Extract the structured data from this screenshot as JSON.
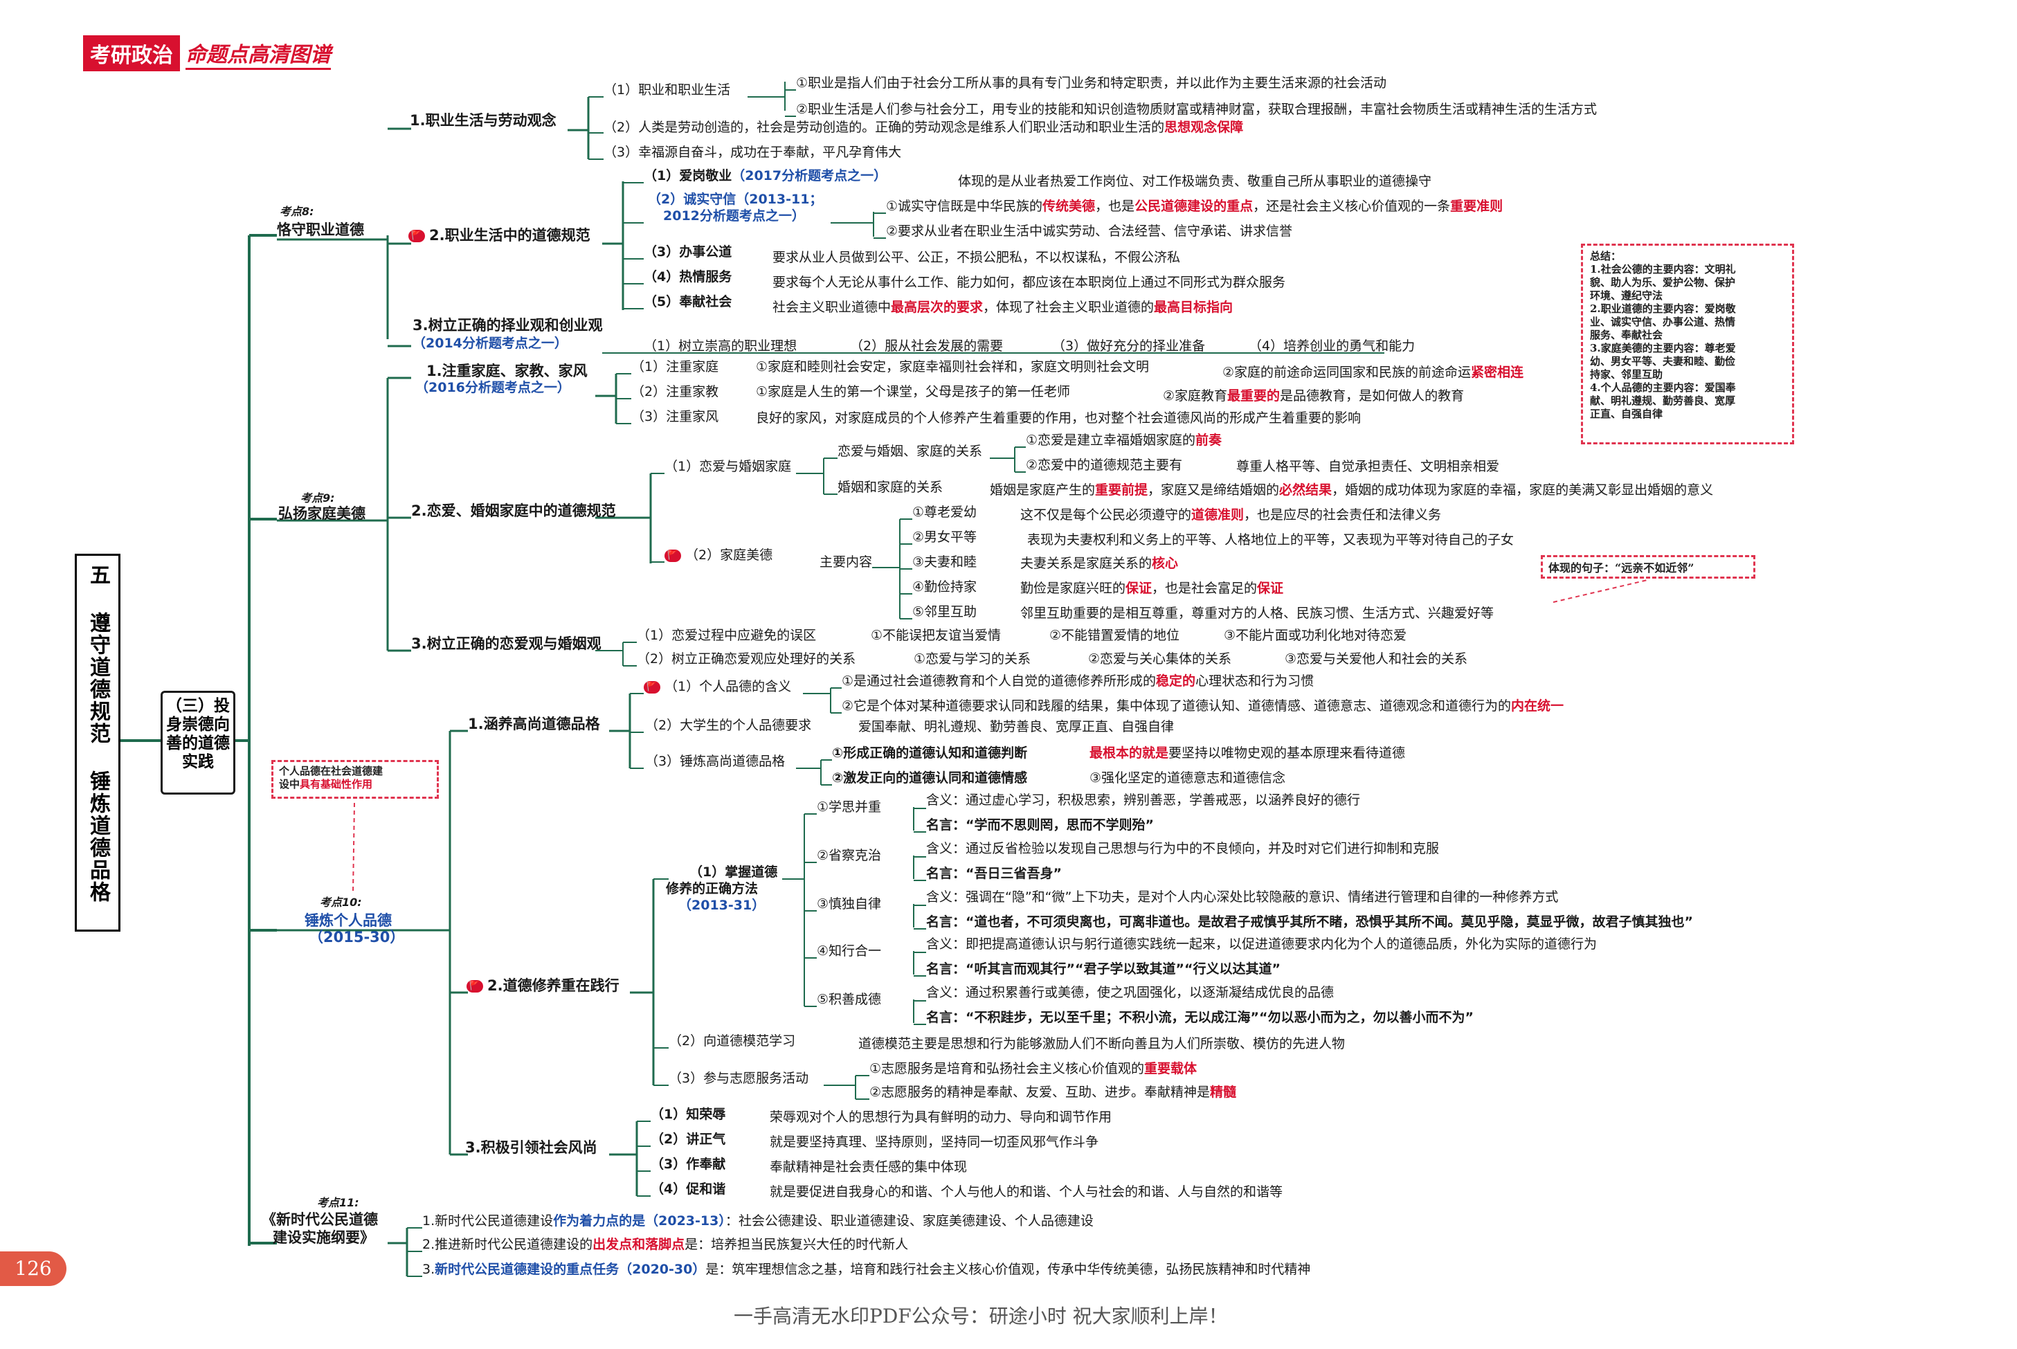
{
  "brand": {
    "red": "考研政治",
    "sub": "命题点高清图谱"
  },
  "chapter_title": "五 遵守道德规范 锤炼道德品格",
  "section_title": "（三）投身崇德向善的道德实践",
  "page_number": "126",
  "watermark": "一手高清无水印PDF公众号：研途小时 祝大家顺利上岸！",
  "summary_box": {
    "lines": [
      "总结：",
      "1.社会公德的主要内容：文明礼",
      "貌、助人为乐、爱护公物、保护",
      "环境、遵纪守法",
      "2.职业道德的主要内容：爱岗敬",
      "业、诚实守信、办事公道、热情",
      "服务、奉献社会",
      "3.家庭美德的主要内容：尊老爱",
      "幼、男女平等、夫妻和睦、勤俭",
      "持家、邻里互助",
      "4.个人品德的主要内容：爱国奉",
      "献、明礼遵规、勤劳善良、宽厚",
      "正直、自强自律"
    ]
  },
  "note_ties": "体现的句子：“远亲不如近邻”",
  "note_personal": {
    "line1": "个人品德在社会道德建",
    "line2_pre": "设中",
    "line2_em": "具有基础性作用"
  },
  "colors": {
    "line": "#1f6b4e",
    "accent": "#d8102f",
    "blue": "#1f4fa8"
  },
  "k8": {
    "label": "考点8:",
    "title": "恪守职业道德",
    "s1": {
      "title": "1.职业生活与劳动观念",
      "i1": "（1）职业和职业生活",
      "i1a": "①职业是指人们由于社会分工所从事的具有专门业务和特定职责，并以此作为主要生活来源的社会活动",
      "i1b": "②职业生活是人们参与社会分工，用专业的技能和知识创造物质财富或精神财富，获取合理报酬，丰富社会物质生活或精神生活的生活方式",
      "i2_pre": "（2）人类是劳动创造的，社会是劳动创造的。正确的劳动观念是维系人们职业活动和职业生活的",
      "i2_em": "思想观念保障",
      "i3": "（3）幸福源自奋斗，成功在于奉献，平凡孕育伟大"
    },
    "s2": {
      "title": "2.职业生活中的道德规范",
      "r1_l": "（1）爱岗敬业",
      "r1_k": "（2017分析题考点之一）",
      "r1_t": "体现的是从业者热爱工作岗位、对工作极端负责、敬重自己所从事职业的道德操守",
      "r2_l1": "（2）诚实守信（2013-11；",
      "r2_l2": "2012分析题考点之一）",
      "r2a_pre": "①诚实守信既是中华民族的",
      "r2a_em1": "传统美德",
      "r2a_mid": "，也是",
      "r2a_em2": "公民道德建设的重点",
      "r2a_mid2": "，还是社会主义核心价值观的一条",
      "r2a_em3": "重要准则",
      "r2b": "②要求从业者在职业生活中诚实劳动、合法经营、信守承诺、讲求信誉",
      "r3_l": "（3）办事公道",
      "r3_t": "要求从业人员做到公平、公正，不损公肥私，不以权谋私，不假公济私",
      "r4_l": "（4）热情服务",
      "r4_t": "要求每个人无论从事什么工作、能力如何，都应该在本职岗位上通过不同形式为群众服务",
      "r5_l": "（5）奉献社会",
      "r5_pre": "社会主义职业道德中",
      "r5_em1": "最高层次的要求",
      "r5_mid": "，体现了社会主义职业道德的",
      "r5_em2": "最高目标指向"
    },
    "s3": {
      "title": "3.树立正确的择业观和创业观",
      "kp": "（2014分析题考点之一）",
      "a": "（1）树立崇高的职业理想",
      "b": "（2）服从社会发展的需要",
      "c": "（3）做好充分的择业准备",
      "d": "（4）培养创业的勇气和能力"
    }
  },
  "k9": {
    "label": "考点9:",
    "title": "弘扬家庭美德",
    "s1": {
      "title": "1.注重家庭、家教、家风",
      "kp": "（2016分析题考点之一）",
      "a_l": "（1）注重家庭",
      "a1": "①家庭和睦则社会安定，家庭幸福则社会祥和，家庭文明则社会文明",
      "a2_pre": "②家庭的前途命运同国家和民族的前途命运",
      "a2_em": "紧密相连",
      "b_l": "（2）注重家教",
      "b1": "①家庭是人生的第一个课堂，父母是孩子的第一任老师",
      "b2_pre": "②家庭教育",
      "b2_em": "最重要的",
      "b2_suf": "是品德教育，是如何做人的教育",
      "c_l": "（3）注重家风",
      "c_t": "良好的家风，对家庭成员的个人修养产生着重要的作用，也对整个社会道德风尚的形成产生着重要的影响"
    },
    "s2": {
      "title": "2.恋爱、婚姻家庭中的道德规范",
      "l1": "（1）恋爱与婚姻家庭",
      "l1a": "恋爱与婚姻、家庭的关系",
      "l1a1_pre": "①恋爱是建立幸福婚姻家庭的",
      "l1a1_em": "前奏",
      "l1a2": "②恋爱中的道德规范主要有",
      "l1a2_t": "尊重人格平等、自觉承担责任、文明相亲相爱",
      "l1b": "婚姻和家庭的关系",
      "l1b_pre": "婚姻是家庭产生的",
      "l1b_em1": "重要前提",
      "l1b_mid": "，家庭又是缔结婚姻的",
      "l1b_em2": "必然结果",
      "l1b_suf": "，婚姻的成功体现为家庭的幸福，家庭的美满又彰显出婚姻的意义",
      "l2": "（2）家庭美德",
      "l2_main": "主要内容",
      "m1": "①尊老爱幼",
      "m1_pre": "这不仅是每个公民必须遵守的",
      "m1_em": "道德准则",
      "m1_suf": "，也是应尽的社会责任和法律义务",
      "m2": "②男女平等",
      "m2_t": "表现为夫妻权利和义务上的平等、人格地位上的平等，又表现为平等对待自己的子女",
      "m3": "③夫妻和睦",
      "m3_pre": "夫妻关系是家庭关系的",
      "m3_em": "核心",
      "m4": "④勤俭持家",
      "m4_pre": "勤俭是家庭兴旺的",
      "m4_em": "保证",
      "m4_suf": "，也是社会富足的",
      "m4_em2": "保证",
      "m5": "⑤邻里互助",
      "m5_t": "邻里互助重要的是相互尊重，尊重对方的人格、民族习惯、生活方式、兴趣爱好等"
    },
    "s3": {
      "title": "3.树立正确的恋爱观与婚姻观",
      "a_l": "（1）恋爱过程中应避免的误区",
      "a1": "①不能误把友谊当爱情",
      "a2": "②不能错置爱情的地位",
      "a3": "③不能片面或功利化地对待恋爱",
      "b_l": "（2）树立正确恋爱观应处理好的关系",
      "b1": "①恋爱与学习的关系",
      "b2": "②恋爱与关心集体的关系",
      "b3": "③恋爱与关爱他人和社会的关系"
    }
  },
  "k10": {
    "label": "考点10:",
    "title": "锤炼个人品德",
    "kp": "（2015-30）",
    "s1": {
      "title": "1.涵养高尚道德品格",
      "a_l": "（1）个人品德的含义",
      "a1_pre": "①是通过社会道德教育和个人自觉的道德修养所形成的",
      "a1_em": "稳定的",
      "a1_suf": "心理状态和行为习惯",
      "a2_pre": "②它是个体对某种道德要求认同和践履的结果，集中体现了道德认知、道德情感、道德意志、道德观念和道德行为的",
      "a2_em": "内在统一",
      "b_l": "（2）大学生的个人品德要求",
      "b_t": "爱国奉献、明礼遵规、勤劳善良、宽厚正直、自强自律",
      "c_l": "（3）锤炼高尚道德品格",
      "c1": "①形成正确的道德认知和道德判断",
      "c1_em": "最根本的就是",
      "c1_suf": "要坚持以唯物史观的基本原理来看待道德",
      "c2": "②激发正向的道德认同和道德情感",
      "c3": "③强化坚定的道德意志和道德信念"
    },
    "s2": {
      "title": "2.道德修养重在践行",
      "a_l1": "（1）掌握道德",
      "a_l2": "修养的正确方法",
      "a_kp": "（2013-31）",
      "m1": "①学思并重",
      "m1_h": "含义：通过虚心学习，积极思索，辨别善恶，学善戒恶，以涵养良好的德行",
      "m1_q": "名言：“学而不思则罔，思而不学则殆”",
      "m2": "②省察克治",
      "m2_h": "含义：通过反省检验以发现自己思想与行为中的不良倾向，并及时对它们进行抑制和克服",
      "m2_q": "名言：“吾日三省吾身”",
      "m3": "③慎独自律",
      "m3_h": "含义：强调在“隐”和“微”上下功夫，是对个人内心深处比较隐蔽的意识、情绪进行管理和自律的一种修养方式",
      "m3_q": "名言：“道也者，不可须臾离也，可离非道也。是故君子戒慎乎其所不睹，恐惧乎其所不闻。莫见乎隐，莫显乎微，故君子慎其独也”",
      "m4": "④知行合一",
      "m4_h": "含义：即把提高道德认识与躬行道德实践统一起来，以促进道德要求内化为个人的道德品质，外化为实际的道德行为",
      "m4_q": "名言：“听其言而观其行”“君子学以致其道”“行义以达其道”",
      "m5": "⑤积善成德",
      "m5_h": "含义：通过积累善行或美德，使之巩固强化，以逐渐凝结成优良的品德",
      "m5_q": "名言：“不积跬步，无以至千里；不积小流，无以成江海”“勿以恶小而为之，勿以善小而不为”",
      "b_l": "（2）向道德模范学习",
      "b_t": "道德模范主要是思想和行为能够激励人们不断向善且为人们所崇敬、模仿的先进人物",
      "c_l": "（3）参与志愿服务活动",
      "c1_pre": "①志愿服务是培育和弘扬社会主义核心价值观的",
      "c1_em": "重要载体",
      "c2_pre": "②志愿服务的精神是奉献、友爱、互助、进步。奉献精神是",
      "c2_em": "精髓"
    },
    "s3": {
      "title": "3.积极引领社会风尚",
      "a_l": "（1）知荣辱",
      "a_t": "荣辱观对个人的思想行为具有鲜明的动力、导向和调节作用",
      "b_l": "（2）讲正气",
      "b_t": "就是要坚持真理、坚持原则，坚持同一切歪风邪气作斗争",
      "c_l": "（3）作奉献",
      "c_t": "奉献精神是社会责任感的集中体现",
      "d_l": "（4）促和谐",
      "d_t": "就是要促进自我身心的和谐、个人与他人的和谐、个人与社会的和谐、人与自然的和谐等"
    }
  },
  "k11": {
    "label": "考点11:",
    "t1": "《新时代公民道德",
    "t2": "建设实施纲要》",
    "l1_pre": "1.新时代公民道德建设",
    "l1_bl": "作为着力点的是（2023-13）",
    "l1_suf": "：社会公德建设、职业道德建设、家庭美德建设、个人品德建设",
    "l2_pre": "2.推进新时代公民道德建设的",
    "l2_em": "出发点和落脚点",
    "l2_suf": "是：培养担当民族复兴大任的时代新人",
    "l3_pre": "3.",
    "l3_bl": "新时代公民道德建设的重点任务（2020-30）",
    "l3_suf": "是：筑牢理想信念之基，培育和践行社会主义核心价值观，传承中华传统美德，弘扬民族精神和时代精神"
  }
}
